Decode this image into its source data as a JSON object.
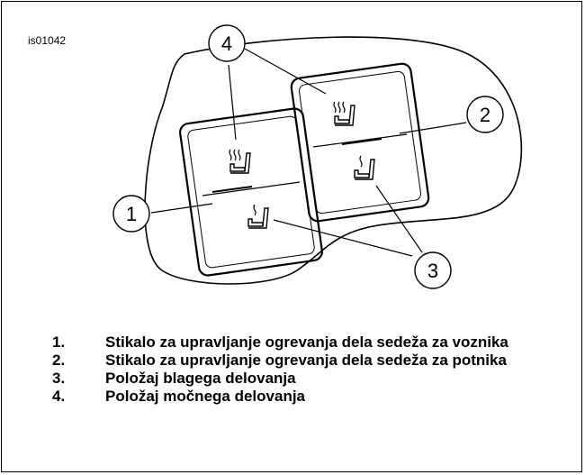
{
  "figure_code": "is01042",
  "callouts": [
    "1",
    "2",
    "3",
    "4"
  ],
  "legend": [
    {
      "number": "1.",
      "text": "Stikalo za upravljanje ogrevanja dela sedeža za voznika"
    },
    {
      "number": "2.",
      "text": "Stikalo za upravljanje ogrevanja dela sedeža za potnika"
    },
    {
      "number": "3.",
      "text": "Položaj blagega delovanja"
    },
    {
      "number": "4.",
      "text": "Položaj močnega delovanja"
    }
  ],
  "icons": [
    "seat-heat-high-icon",
    "seat-heat-low-icon"
  ]
}
